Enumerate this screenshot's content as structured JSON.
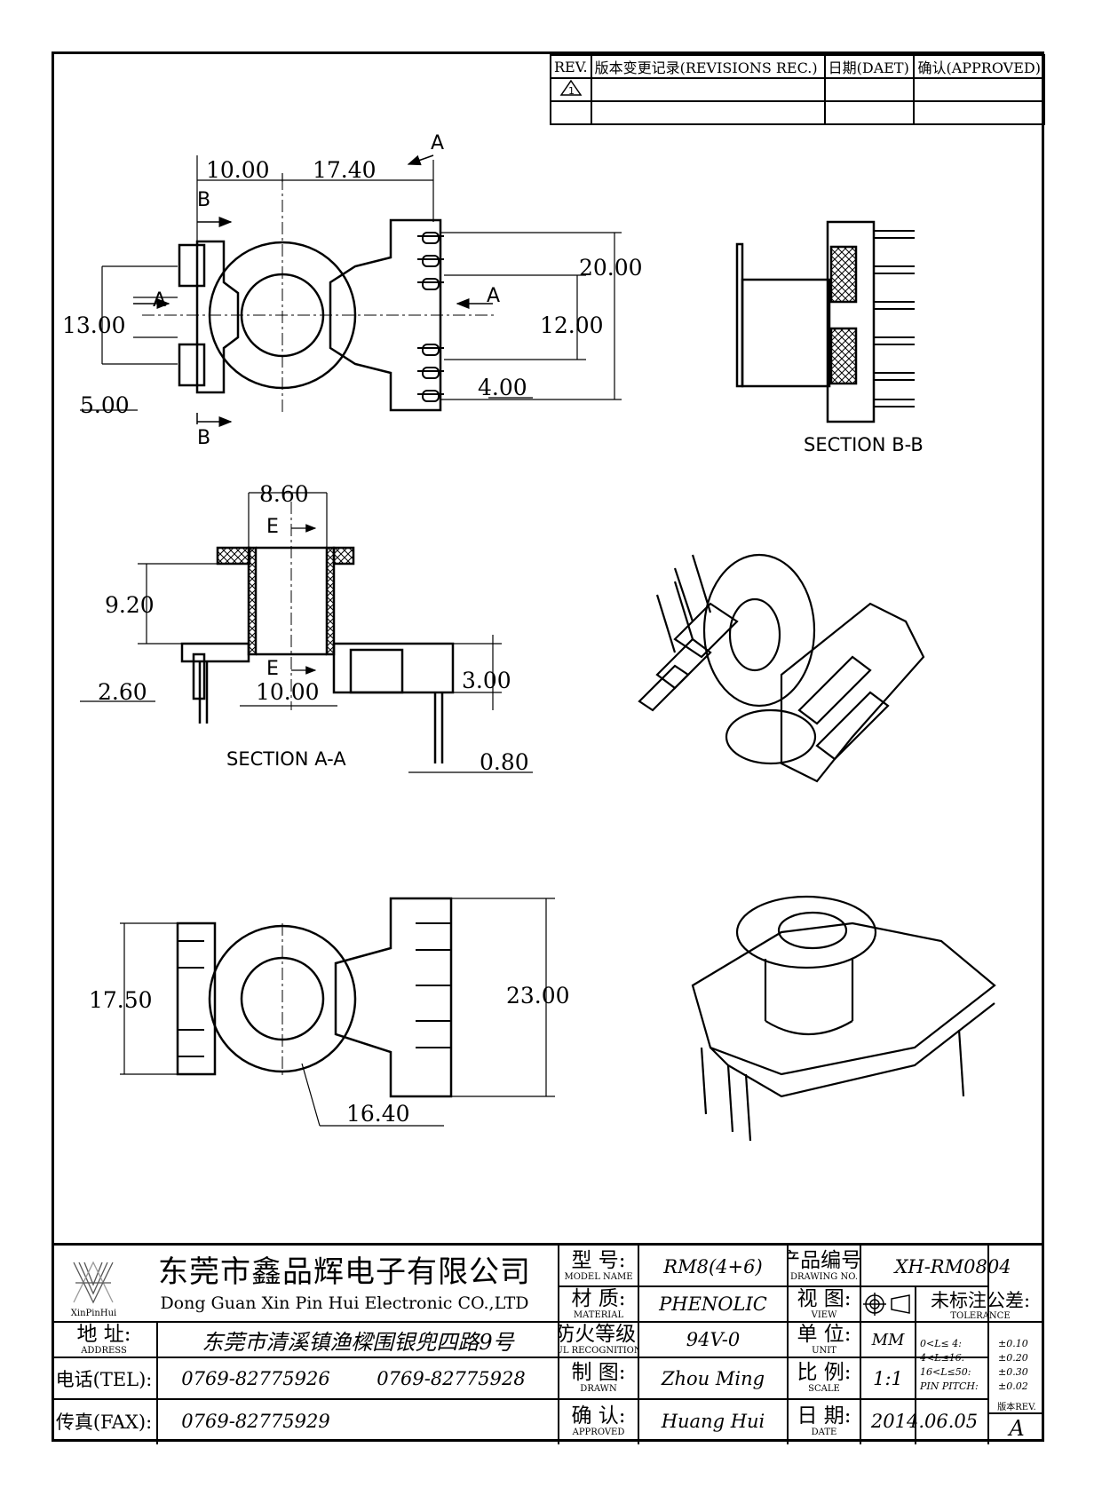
{
  "revisions": {
    "headers": [
      "REV.",
      "版本变更记录(REVISIONS REC.)",
      "日期(DAET)",
      "确认(APPROVED)"
    ]
  },
  "dimensions": {
    "a": "10.00",
    "b": "17.40",
    "c": "13.00",
    "d": "5.00",
    "e": "20.00",
    "f": "12.00",
    "g": "4.00",
    "h": "8.60",
    "j": "9.20",
    "k": "10.00",
    "l": "3.00",
    "m": "0.80",
    "n": "17.50",
    "o": "23.00",
    "p": "16.40",
    "q": "2.60"
  },
  "section_labels": {
    "bb": "SECTION B-B",
    "aa": "SECTION A-A",
    "A": "A",
    "B": "B",
    "E": "E"
  },
  "title_block": {
    "logo_text": "XinPinHui",
    "company_cn": "东莞市鑫品辉电子有限公司",
    "company_en": "Dong Guan Xin Pin Hui Electronic CO.,LTD",
    "address_label_cn": "地  址:",
    "address_label_en": "ADDRESS",
    "address": "东莞市清溪镇渔樑围银兜四路9号",
    "tel_label": "电话(TEL):",
    "tel_1": "0769-82775926",
    "tel_2": "0769-82775928",
    "fax_label": "传真(FAX):",
    "fax": "0769-82775929",
    "model_cn": "型  号:",
    "model_en": "MODEL NAME",
    "model": "RM8(4+6)",
    "material_cn": "材  质:",
    "material_en": "MATERIAL",
    "material": "PHENOLIC",
    "ul_cn": "防火等级:",
    "ul_en": "UL RECOGNITION",
    "ul": "94V-0",
    "drawn_cn": "制  图:",
    "drawn_en": "DRAWN",
    "drawn": "Zhou Ming",
    "approved_cn": "确  认:",
    "approved_en": "APPROVED",
    "approved": "Huang Hui",
    "drawing_no_cn": "产品编号:",
    "drawing_no_en": "DRAWING NO.",
    "drawing_no": "XH-RM0804",
    "view_cn": "视  图:",
    "view_en": "VIEW",
    "unit_cn": "单  位:",
    "unit_en": "UNIT",
    "unit": "MM",
    "scale_cn": "比  例:",
    "scale_en": "SCALE",
    "scale": "1:1",
    "date_cn": "日  期:",
    "date_en": "DATE",
    "date": "2014.06.05",
    "tolerance_cn": "未标注公差:",
    "tolerance_en": "TOLERANCE",
    "tol_1": "0<L≤ 4:",
    "tol_1v": "±0.10",
    "tol_2": "4<L≤16:",
    "tol_2v": "±0.20",
    "tol_3": "16<L≤50:",
    "tol_3v": "±0.30",
    "tol_4": "PIN PITCH:",
    "tol_4v": "±0.02",
    "rev_label": "版本REV.",
    "rev": "A"
  }
}
